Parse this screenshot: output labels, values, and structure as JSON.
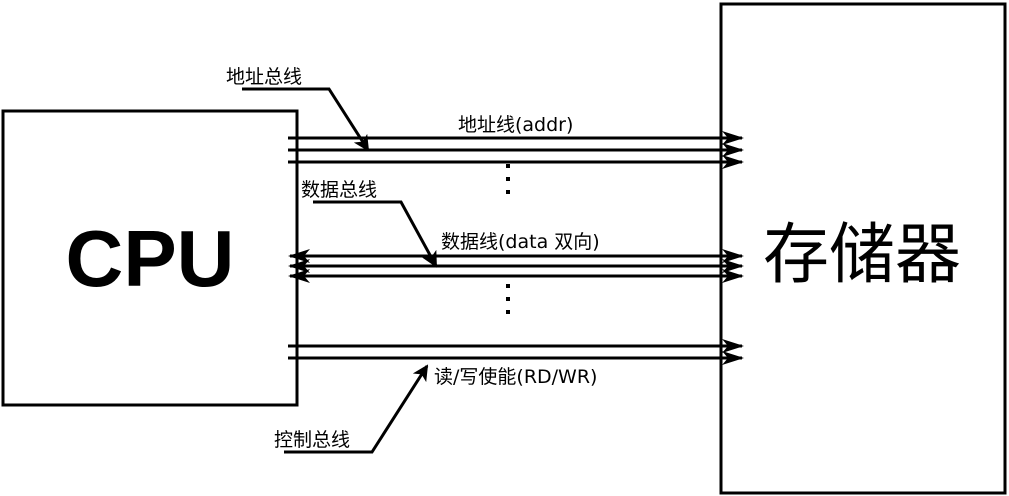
{
  "diagram": {
    "cpu": {
      "label": "CPU"
    },
    "memory": {
      "label": "存储器"
    },
    "address_bus": {
      "callout": "地址总线",
      "line_label": "地址线(addr)",
      "line_count": 3,
      "direction": "cpu-to-memory"
    },
    "data_bus": {
      "callout": "数据总线",
      "line_label": "数据线(data 双向)",
      "line_count": 3,
      "direction": "bidirectional"
    },
    "control_bus": {
      "callout": "控制总线",
      "line_label": "读/写使能(RD/WR)",
      "line_count": 2,
      "direction": "cpu-to-memory"
    },
    "ellipsis": "⋮",
    "colors": {
      "stroke": "#000000",
      "background": "#ffffff"
    }
  }
}
